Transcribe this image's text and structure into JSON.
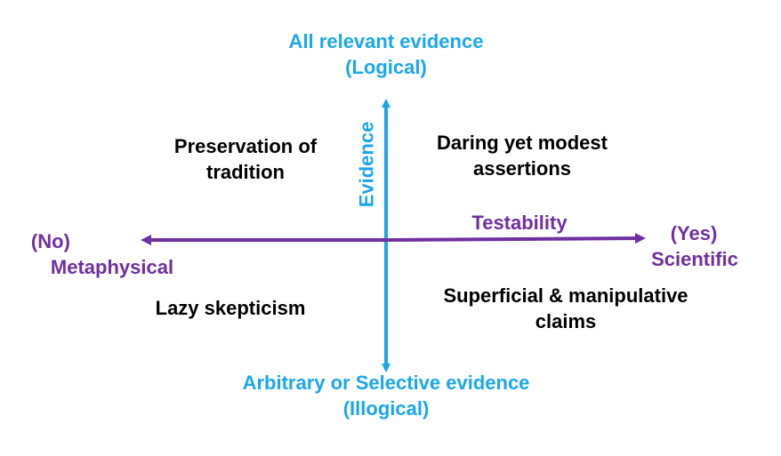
{
  "colors": {
    "evidence_axis": "#1aa7ec",
    "testability_axis": "#7030a0",
    "quadrant_text": "#000000"
  },
  "vertical_axis": {
    "title": "Evidence",
    "top": {
      "line1": "All relevant evidence",
      "line2": "(Logical)"
    },
    "bottom": {
      "line1": "Arbitrary or Selective evidence",
      "line2": "(Illogical)"
    }
  },
  "horizontal_axis": {
    "title": "Testability",
    "left": {
      "line1": "(No)",
      "line2": "Metaphysical"
    },
    "right": {
      "line1": "(Yes)",
      "line2": "Scientific"
    }
  },
  "quadrants": {
    "top_left": {
      "line1": "Preservation of",
      "line2": "tradition"
    },
    "top_right": {
      "line1": "Daring yet modest",
      "line2": "assertions"
    },
    "bottom_left": {
      "line1": "Lazy skepticism"
    },
    "bottom_right": {
      "line1": "Superficial & manipulative",
      "line2": "claims"
    }
  }
}
